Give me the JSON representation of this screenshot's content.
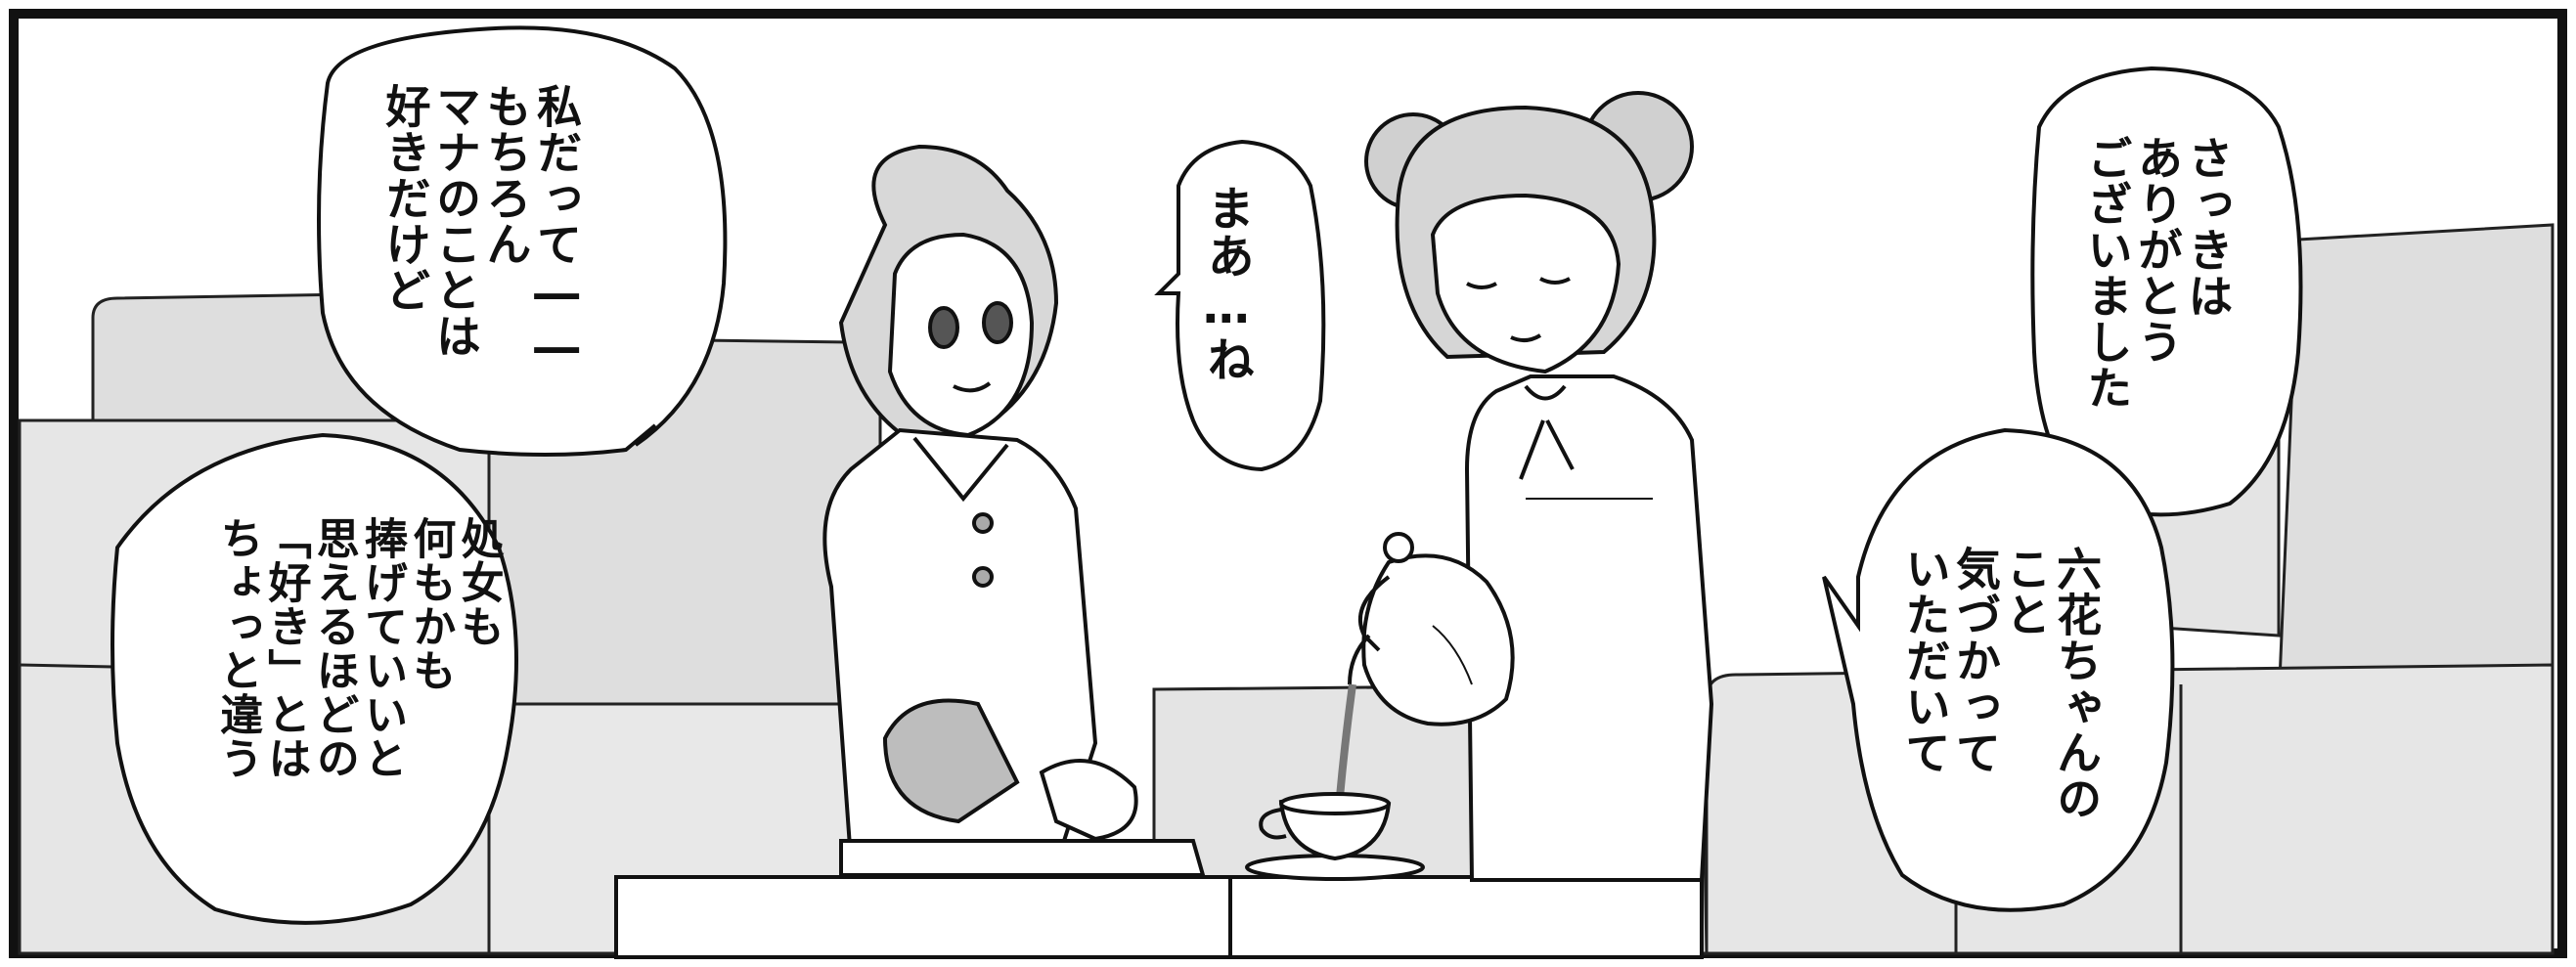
{
  "panel": {
    "background": "#ffffff",
    "ink": "#111111",
    "tone": "#dcdcdc"
  },
  "bubbles": [
    {
      "text": "私だって――\nもちろん\nマナのことは\n好きだけど"
    },
    {
      "text": "処女も\n何もかも\n捧げていいと\n思えるほどの\n「好き」とは\nちょっと違う"
    },
    {
      "text": "まあ…ね"
    },
    {
      "text": "さっきは\nありがとう\nございました"
    },
    {
      "text": "六花ちゃんの\nこと\n気づかって\nいただいて"
    }
  ],
  "objects": {
    "teapot": "teapot-icon",
    "teacup": "teacup-icon"
  }
}
